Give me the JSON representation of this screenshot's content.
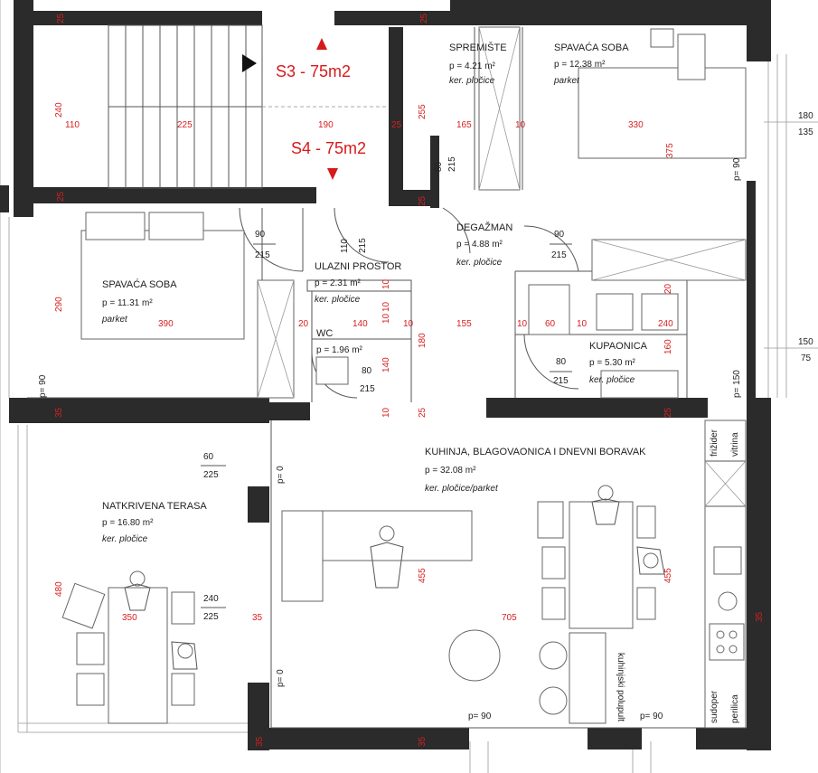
{
  "units": {
    "top": "S3 - 75m2",
    "bottom": "S4 - 75m2"
  },
  "rooms": {
    "spremiste": {
      "name": "SPREMIŠTE",
      "area": "p = 4.21 m²"
    },
    "spavaca1": {
      "name": "SPAVAĆA SOBA",
      "area": "p = 12.38 m²",
      "material": "parket"
    },
    "spavaca2": {
      "name": "SPAVAĆA SOBA",
      "area": "p = 11.31 m²",
      "material": "parket"
    },
    "degazman": {
      "name": "DEGAŽMAN",
      "area": "p = 4.88 m²",
      "material": "ker. pločice"
    },
    "ulazni": {
      "name": "ULAZNI PROSTOR",
      "area": "p = 2.31 m²",
      "material": "ker. pločice"
    },
    "wc": {
      "name": "WC",
      "area": "p = 1.96 m²"
    },
    "kupaonica": {
      "name": "KUPAONICA",
      "area": "p = 5.30 m²",
      "material": "ker. pločice"
    },
    "terasa": {
      "name": "NATKRIVENA TERASA",
      "area": "p = 16.80 m²",
      "material": "ker. pločice"
    },
    "kuhinja": {
      "name": "KUHINJA, BLAGOVAONICA I DNEVNI BORAVAK",
      "area": "p = 32.08 m²",
      "material": "ker. pločice/parket"
    }
  },
  "labels": {
    "frizider": "frižider",
    "vitrina": "vitrina",
    "sudoper": "sudoper",
    "perilica": "perilica",
    "kuhinjski_pult": "kuhinjski polupult"
  },
  "dims_red": [
    "25",
    "25",
    "240",
    "110",
    "225",
    "190",
    "25",
    "255",
    "165",
    "10",
    "330",
    "375",
    "25",
    "25",
    "290",
    "390",
    "20",
    "140",
    "10",
    "155",
    "10",
    "60",
    "10",
    "240",
    "160",
    "10",
    "180",
    "140",
    "10",
    "10",
    "25",
    "35",
    "25",
    "480",
    "350",
    "35",
    "455",
    "455",
    "705",
    "35",
    "35",
    "35",
    "20",
    "10"
  ],
  "dims_black": {
    "d90a": "90",
    "d215a": "215",
    "d110": "110",
    "d215b": "215",
    "d80a": "80",
    "d215c": "215",
    "d90b": "90",
    "d215d": "215",
    "d80b": "80",
    "d215e": "215",
    "d80c": "80",
    "d215f": "215",
    "d60": "60",
    "d225a": "225",
    "d240": "240",
    "d225b": "225",
    "p0a": "p= 0",
    "p0b": "p= 0",
    "p90a": "p= 90",
    "p90b": "p= 90",
    "p90c": "p= 90",
    "p90d": "p= 90",
    "p150": "p= 150",
    "r180": "180",
    "r135": "135",
    "r150": "150",
    "r75": "75"
  }
}
